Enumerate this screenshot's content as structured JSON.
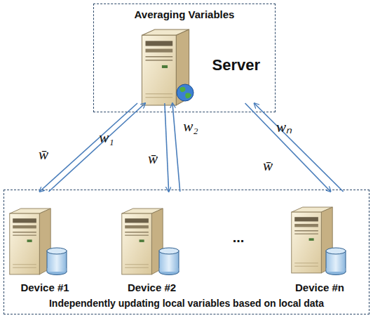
{
  "diagram": {
    "nodes": [
      {
        "text": [
          "Averaging Variables"
        ]
      },
      {
        "text": [
          "Server"
        ],
        "in": 0
      },
      {
        "text": [
          "Independently updating local variables based on local data"
        ]
      },
      {
        "text": [
          "Device #1"
        ],
        "in": 2
      },
      {
        "text": [
          "Device #2"
        ],
        "in": 2
      },
      {
        "text": [
          "Device #n"
        ],
        "in": 2
      }
    ],
    "edges": [
      {
        "from": 3,
        "to": 1,
        "label": "w₁",
        "arrow": "to"
      },
      {
        "from": 1,
        "to": 3,
        "label": "w̄",
        "arrow": "to"
      },
      {
        "from": 4,
        "to": 1,
        "label": "w₂",
        "arrow": "to"
      },
      {
        "from": 1,
        "to": 4,
        "label": "w̄",
        "arrow": "to"
      },
      {
        "from": 5,
        "to": 1,
        "label": "wₙ",
        "arrow": "to"
      },
      {
        "from": 1,
        "to": 5,
        "label": "w̄",
        "arrow": "to"
      }
    ],
    "labels": [
      "..."
    ]
  }
}
